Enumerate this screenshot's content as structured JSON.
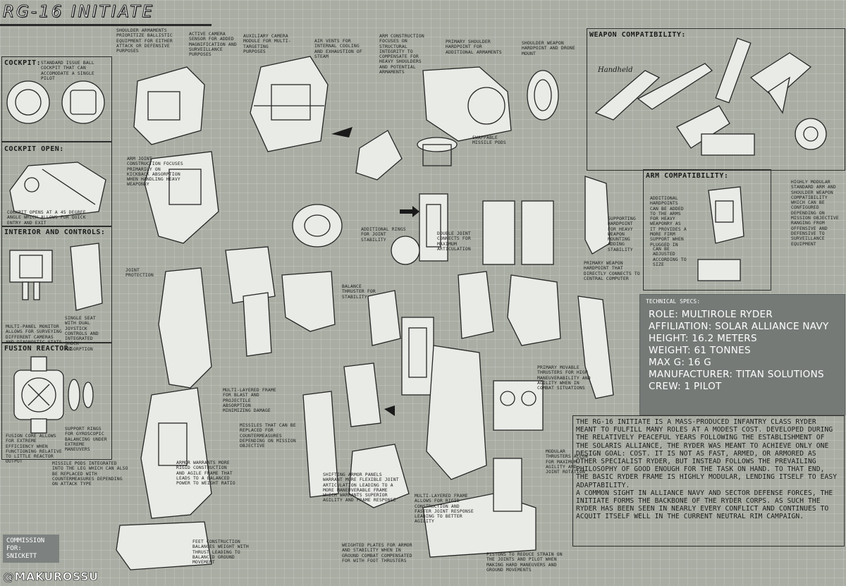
{
  "title": "RG-16 INITIATE",
  "panels": {
    "cockpit": "COCKPIT:",
    "cockpit_open": "COCKPIT OPEN:",
    "interior": "INTERIOR AND CONTROLS:",
    "fusion": "FUSION REACTOR:",
    "weapon": "WEAPON COMPATIBILITY:",
    "arm": "ARM COMPATIBILITY:",
    "handheld": "Handheld"
  },
  "notes": {
    "cockpit_seat": "STANDARD ISSUE BALL COCKPIT THAT CAN ACCOMODATE A SINGLE PILOT",
    "cockpit_open": "COCKPIT OPENS AT A 45 DEGREE ANGLE WHICH ALLOWS FOR QUICK ENTRY AND EXIT",
    "monitor": "MULTI-PANEL MONITOR ALLOWS FOR SURVEYING DIFFERENT CAMERAS AND DIAGNOSTIC STATS",
    "seat": "SINGLE SEAT WITH DUAL JOYSTICK CONTROLS AND INTEGRATED SHOCK ABSORPTION",
    "fusion_core": "FUSION CORE ALLOWS FOR EXTREME EFFICIENCY WHEN FUNCTIONING RELATIVE TO LITTLE REACTOR OUTPUT",
    "support_rings": "SUPPORT RINGS FOR GYROSCOPIC BALANCING UNDER EXTREME MANEUVERS",
    "shoulder_armaments": "SHOULDER ARMAMENTS PRIORITIZE BALLISTIC EQUIPMENT FOR EITHER ATTACK OR DEFENSIVE PURPOSES",
    "active_camera": "ACTIVE CAMERA SENSOR FOR ADDED MAGNIFICATION AND SURVEILLANCE PURPOSES",
    "auxiliary_camera": "AUXILIARY CAMERA MODULE FOR MULTI-TARGETING PURPOSES",
    "air_vents": "AIR VENTS FOR INTERNAL COOLING AND EXHAUSTION OF STEAM",
    "arm_construction_top": "ARM CONSTRUCTION FOCUSES ON STRUCTURAL INTEGRITY TO COMPENSATE FOR HEAVY SHOULDERS AND POTENTIAL ARMAMENTS",
    "primary_shoulder": "PRIMARY SHOULDER HARDPOINT FOR ADDITIONAL ARMAMENTS",
    "shoulder_weapon": "SHOULDER WEAPON HARDPOINT AND DRONE MOUNT",
    "swappable_missile": "SWAPPABLE MISSILE PODS",
    "arm_joint": "ARM JOINT CONSTRUCTION FOCUSES PRIMARILY ON KICKBACK ABSORPTION WHEN HANDLING HEAVY WEAPONRY",
    "additional_rings": "ADDITIONAL RINGS FOR JOINT STABILITY",
    "double_joint": "DOUBLE JOINT CONNECTS FOR MAXIMUM ARTICULATION",
    "supporting_hardpoint": "SUPPORTING HARDPOINT FOR HEAVY WEAPON MOUNTING ADDING STABILITY",
    "primary_weapon": "PRIMARY WEAPON HARDPOINT THAT DIRECTLY CONNECTS TO CENTRAL COMPUTER",
    "additional_hardpoints": "ADDITIONAL HARDPOINTS CAN BE ADDED TO THE ARMS FOR HEAVY WEAPONRY AS IT PROVIDES A MORE FIRM SUPPORT WHEN PLUGGED IN",
    "can_be_adjusted": "CAN BE ADJUSTED ACCORDING TO SIZE",
    "highly_modular": "HIGHLY MODULAR STANDARD ARM AND SHOULDER WEAPON COMPATIBILITY WHICH CAN BE CONFIGURED DEPENDING ON MISSION OBJECTIVE RANGING FROM OFFENSIVE AND DEFENSIVE TO SURVEILLANCE EQUIPMENT",
    "joint_protection": "JOINT PROTECTION",
    "balance_thruster": "BALANCE THRUSTER FOR STABILITY",
    "multilayered_frame": "MULTI-LAYERED FRAME FOR BLAST AND PROJECTILE ABSORPTION MINIMIZING DAMAGE",
    "missiles": "MISSILES THAT CAN BE REPLACED FOR COUNTERMEASURES DEPENDING ON MISSION OBJECTIVE",
    "armor_warrants": "ARMOR WARRANTS MORE RIGID CONSTRUCTION AND AGILE FRAME THAT LEADS TO A BALANCED POWER TO WEIGHT RATIO",
    "missile_pods_leg": "MISSILE PODS INTEGRATED INTO THE LEG WHICH CAN ALSO BE REPLACED WITH COUNTERMEASURES DEPENDING ON ATTACK TYPE",
    "shifting_armor": "SHIFTING ARMOR PANELS WARRANT MORE FLEXIBLE JOINT ARTICULATION LEADING TO A MORE MANEUVERABLE FRAME WHICH WARRANTS SUPERIOR AGILITY AND FRAME RESPONSE",
    "primary_movable": "PRIMARY MOVABLE THRUSTERS FOR HIGH MANEUVERABILITY AND AGILITY WHEN IN COMBAT SITUATIONS",
    "modular_thrusters": "MODULAR THRUSTERS ALLOW FOR MAXIMUM AGILITY AND JOINT ROTATION",
    "multilayered_leg": "MULTI-LAYERED FRAME ALLOWS FOR RIGID CONSTRUCTION AND FASTER JOINT RESPONSE LEADING TO BETTER AGILITY",
    "feet_construction": "FEET CONSTRUCTION BALANCES WEIGHT WITH THRUST LEADING TO BALANCED GROUND MOVEMENT",
    "weighted_plates": "WEIGHTED PLATES FOR ARMOR AND STABILITY WHEN IN GROUND COMBAT COMPENSATED FOR WITH FOOT THRUSTERS",
    "pistons": "PISTONS TO REDUCE STRAIN ON THE JOINTS AND PILOT WHEN MAKING HARD MANEUVERS AND GROUND MOVEMENTS"
  },
  "specs": {
    "heading": "TECHNICAL SPECS:",
    "lines": [
      "ROLE: MULTIROLE RYDER",
      "AFFILIATION: SOLAR ALLIANCE NAVY",
      "HEIGHT: 16.2 METERS",
      "WEIGHT: 61 TONNES",
      "MAX G: 16 G",
      "MANUFACTURER: TITAN SOLUTIONS",
      "CREW: 1 PILOT"
    ]
  },
  "description": {
    "p1": "THE RG-16 INITIATE IS A MASS-PRODUCED INFANTRY CLASS RYDER MEANT TO FULFILL MANY ROLES AT A MODEST COST. DEVELOPED DURING THE RELATIVELY PEACEFUL YEARS FOLLOWING THE ESTABLISHMENT OF THE SOLARIS ALLIANCE, THE RYDER WAS MEANT TO ACHIEVE ONLY ONE DESIGN GOAL: COST. IT IS NOT AS FAST, ARMED, OR ARMORED AS OTHER SPECIALIST RYDER, BUT INSTEAD FOLLOWS THE PREVAILING PHILOSOPHY OF GOOD ENOUGH FOR THE TASK ON HAND. TO THAT END, THE BASIC RYDER FRAME IS HIGHLY MODULAR, LENDING ITSELF TO EASY ADAPTABILITY.",
    "p2": "A COMMON SIGHT IN ALLIANCE NAVY AND SECTOR DEFENSE FORCES, THE INITIATE FORMS THE BACKBONE OF THE RYDER CORPS. AS SUCH THE RYDER HAS BEEN SEEN IN NEARLY EVERY CONFLICT AND CONTINUES TO ACQUIT ITSELF WELL IN THE CURRENT NEUTRAL RIM CAMPAIGN."
  },
  "commission": {
    "line1": "COMMISSION FOR:",
    "line2": "SNICKETT"
  },
  "handle": "@MAKUROSSU"
}
